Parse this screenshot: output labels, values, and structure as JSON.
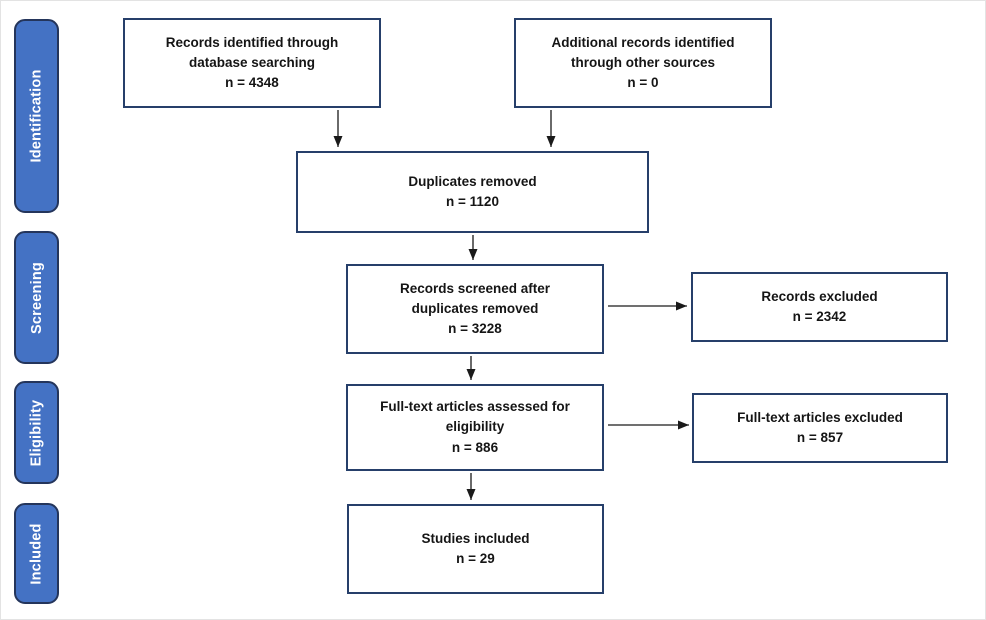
{
  "figure": {
    "stages": [
      {
        "label": "Identification"
      },
      {
        "label": "Screening"
      },
      {
        "label": "Eligibility"
      },
      {
        "label": "Included"
      }
    ],
    "boxes": {
      "db_search": {
        "label": "Records identified through\ndatabase searching",
        "count": "n = 4348"
      },
      "other_sources": {
        "label": "Additional records identified\nthrough other sources",
        "count": "n = 0"
      },
      "duplicates_removed": {
        "label": "Duplicates removed",
        "count": "n = 1120"
      },
      "records_screened": {
        "label": "Records screened after\nduplicates removed",
        "count": "n = 3228"
      },
      "records_excluded": {
        "label": "Records excluded",
        "count": "n = 2342"
      },
      "fulltext_assessed": {
        "label": "Full-text articles assessed for\neligibility",
        "count": "n = 886"
      },
      "fulltext_excluded": {
        "label": "Full-text articles excluded",
        "count": "n = 857"
      },
      "studies_included": {
        "label": "Studies included",
        "count": "n = 29"
      }
    },
    "colors": {
      "stage_fill": "#4472C4",
      "stage_border": "#24355B",
      "box_border": "#263F6A",
      "arrow": "#1a1a1a"
    }
  }
}
